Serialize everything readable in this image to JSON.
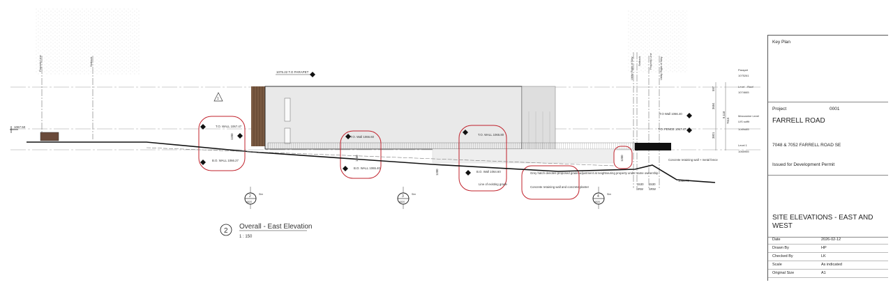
{
  "drawing": {
    "view_number": "2",
    "view_title": "Overall - East Elevation",
    "view_scale": "1 : 150",
    "grid_lines": [
      "Property Line",
      "Setback",
      "Utility Right of Way",
      "Setback",
      "Property Line",
      "Utility Right of Way"
    ],
    "elevation_left": "1067.50",
    "parapet_label": "1075.22 T.O PARAPET",
    "revision_number": "1",
    "level_labels": [
      {
        "name": "Parapet",
        "value": "1075261"
      },
      {
        "name": "Level - Roof",
        "value": "1074665"
      },
      {
        "name": "Mezzanine Level",
        "value": "U/S soffit"
      },
      {
        "name": "",
        "value": "1069665"
      },
      {
        "name": "Level 1",
        "value": "1065955"
      }
    ],
    "dimensions": {
      "d1": "597",
      "d2": "3684",
      "d3": "3801",
      "d4": "7615",
      "d5": "9,118",
      "v1": "1200",
      "v2": "1200",
      "v3": "1200",
      "v4": "1200",
      "srw1": "1530",
      "srw2": "1530"
    },
    "callouts": {
      "to_wall_1": "T.O. WALL 1067.47",
      "bo_wall_1": "B.O. WALL 1066.27",
      "to_wall_2": "T.O. Wall 1066.60",
      "bo_wall_2": "B.O. WALL 1065.40",
      "to_wall_3": "T.O. WALL 1065.80",
      "bo_wall_3": "B.O. Wall 1064.60",
      "to_wall_4": "T.O Wall 1066.40",
      "to_fence": "T.O. FENCE 1067.47",
      "existing_grade": "Line of existing grade",
      "grey_hatch": "Grey hatch denotes proposed grade adjustment at neighbouring property under same ownership",
      "retaining_planter": "Concrete retaining wall and concrete planter",
      "retaining_fence": "Concrete retaining wall + metal fence",
      "srw": "SRW",
      "elev_right": "1064.75"
    },
    "section_markers": [
      {
        "num": "2",
        "sheet": "A520",
        "sim": "Sim"
      },
      {
        "num": "3",
        "sheet": "A520",
        "sim": "Sim"
      },
      {
        "num": "4",
        "sheet": "A520",
        "sim": "Sim"
      }
    ]
  },
  "title_block": {
    "key_plan": "Key Plan",
    "project_label": "Project",
    "project_number": "0001",
    "project_name": "FARRELL ROAD",
    "address": "7048 & 7052 FARRELL ROAD SE",
    "status": "Issued for Development Permit",
    "sheet_title": "SITE ELEVATIONS - EAST AND WEST",
    "rows": [
      {
        "label": "Date",
        "value": "2026-02-12"
      },
      {
        "label": "Drawn By",
        "value": "HP"
      },
      {
        "label": "Checked By",
        "value": "LK"
      },
      {
        "label": "Scale",
        "value": "As indicated"
      },
      {
        "label": "Original Size",
        "value": "A1"
      }
    ]
  }
}
